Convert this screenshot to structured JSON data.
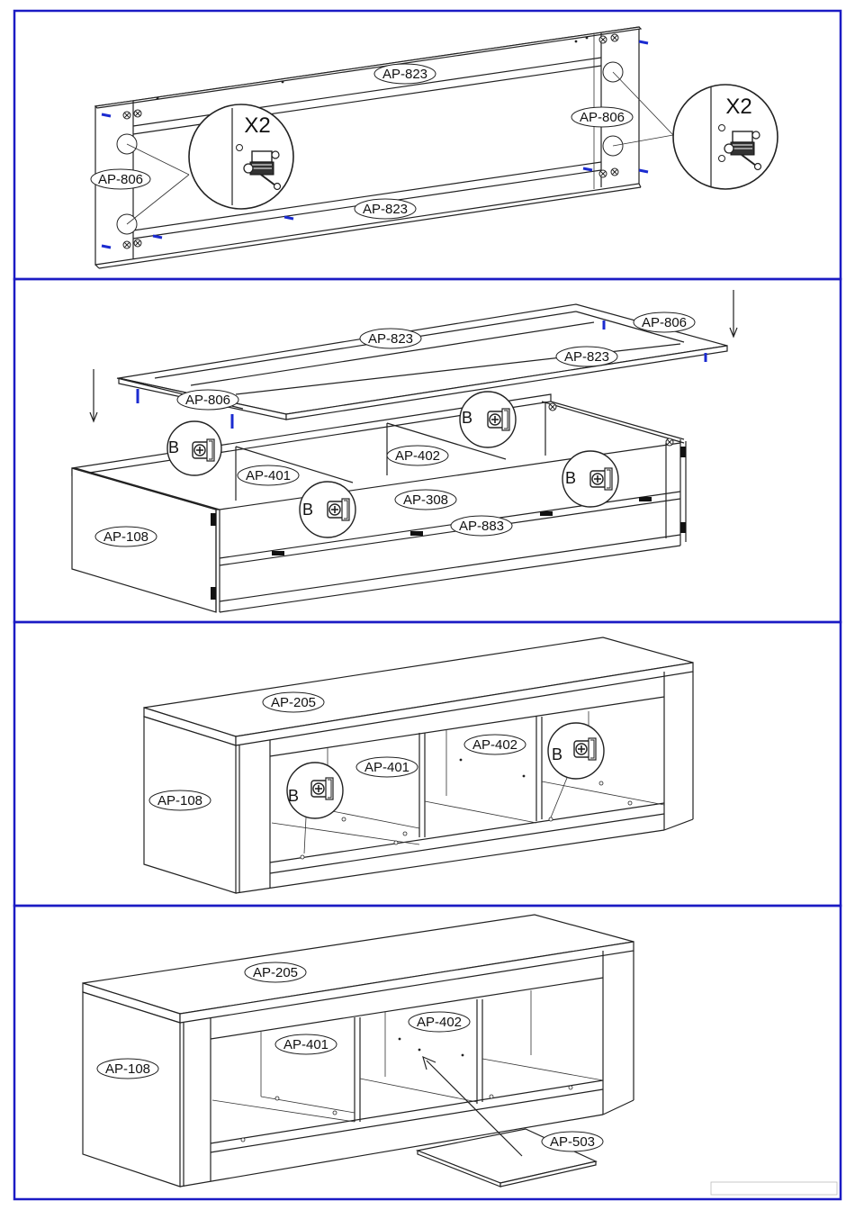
{
  "colors": {
    "frame": "#1b1bc4",
    "line": "#222222",
    "dowel": "#1b2bd0"
  },
  "panels": [
    {
      "labels": [
        "AP-823",
        "AP-806",
        "AP-806",
        "AP-823"
      ],
      "callouts": [
        "X2",
        "X2"
      ]
    },
    {
      "labels": [
        "AP-806",
        "AP-823",
        "AP-823",
        "AP-806",
        "AP-402",
        "AP-401",
        "AP-308",
        "AP-883",
        "AP-108"
      ],
      "callouts": [
        "B",
        "B",
        "B",
        "B"
      ]
    },
    {
      "labels": [
        "AP-205",
        "AP-108",
        "AP-401",
        "AP-402"
      ],
      "callouts": [
        "B",
        "B"
      ]
    },
    {
      "labels": [
        "AP-205",
        "AP-108",
        "AP-401",
        "AP-402",
        "AP-503"
      ],
      "callouts": []
    }
  ]
}
